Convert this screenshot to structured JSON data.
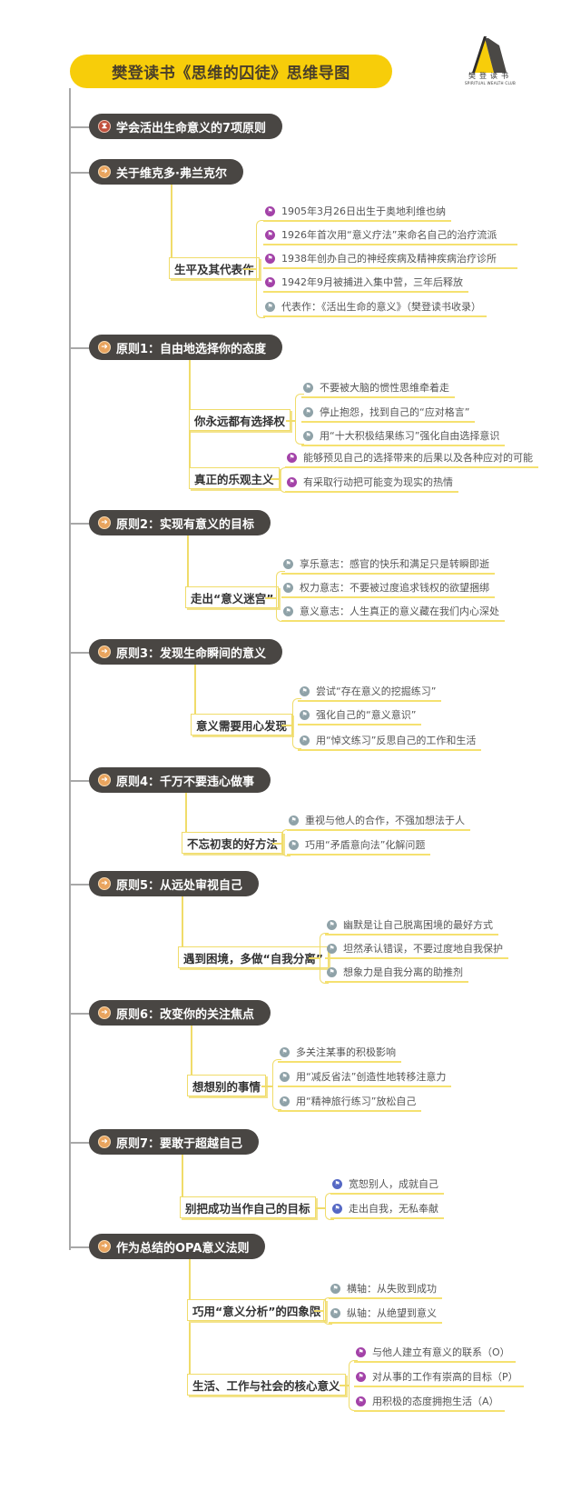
{
  "header": {
    "title": "樊登读书《思维的囚徒》思维导图",
    "logo": {
      "icon": "tent-logo-icon",
      "name": "樊登读书",
      "subtitle": "SPIRITUAL WEALTH CLUB",
      "colors": {
        "yellow": "#f7cd0a",
        "dark": "#494643"
      }
    }
  },
  "colors": {
    "title_bg": "#f7cd0a",
    "main_node_bg": "#494643",
    "connector": "#f0dc6a",
    "trunk": "#a8a8a8",
    "icon_purple": "#a342a8",
    "icon_gray": "#8fa2a8",
    "icon_blue": "#5568c4",
    "icon_orange": "#e9a45e"
  },
  "nodes": [
    {
      "label": "学会活出生命意义的7项原则",
      "icon": "hourglass-icon"
    },
    {
      "label": "关于维克多·弗兰克尔",
      "icon": "arrow-right-icon",
      "children": [
        {
          "label": "生平及其代表作",
          "leaves": [
            {
              "text": "1905年3月26日出生于奥地利维也纳",
              "icon": "flag-icon",
              "color": "purple"
            },
            {
              "text": "1926年首次用“意义疗法”来命名自己的治疗流派",
              "icon": "flag-icon",
              "color": "purple"
            },
            {
              "text": "1938年创办自己的神经疾病及精神疾病治疗诊所",
              "icon": "flag-icon",
              "color": "purple"
            },
            {
              "text": "1942年9月被捕进入集中营，三年后释放",
              "icon": "flag-icon",
              "color": "purple"
            },
            {
              "text": "代表作：《活出生命的意义》（樊登读书收录）",
              "icon": "flag-icon",
              "color": "gray"
            }
          ]
        }
      ]
    },
    {
      "label": "原则1：自由地选择你的态度",
      "icon": "arrow-right-icon",
      "children": [
        {
          "label": "你永远都有选择权",
          "leaves": [
            {
              "text": "不要被大脑的惯性思维牵着走",
              "icon": "flag-icon",
              "color": "gray"
            },
            {
              "text": "停止抱怨，找到自己的“应对格言”",
              "icon": "flag-icon",
              "color": "gray"
            },
            {
              "text": "用“十大积极结果练习”强化自由选择意识",
              "icon": "flag-icon",
              "color": "gray"
            }
          ]
        },
        {
          "label": "真正的乐观主义",
          "leaves": [
            {
              "text": "能够预见自己的选择带来的后果以及各种应对的可能",
              "icon": "flag-icon",
              "color": "purple"
            },
            {
              "text": "有采取行动把可能变为现实的热情",
              "icon": "flag-icon",
              "color": "purple"
            }
          ]
        }
      ]
    },
    {
      "label": "原则2：实现有意义的目标",
      "icon": "arrow-right-icon",
      "children": [
        {
          "label": "走出“意义迷宫”",
          "leaves": [
            {
              "text": "享乐意志：感官的快乐和满足只是转瞬即逝",
              "icon": "flag-icon",
              "color": "gray"
            },
            {
              "text": "权力意志：不要被过度追求钱权的欲望捆绑",
              "icon": "flag-icon",
              "color": "gray"
            },
            {
              "text": "意义意志：人生真正的意义藏在我们内心深处",
              "icon": "flag-icon",
              "color": "gray"
            }
          ]
        }
      ]
    },
    {
      "label": "原则3：发现生命瞬间的意义",
      "icon": "arrow-right-icon",
      "children": [
        {
          "label": "意义需要用心发现",
          "leaves": [
            {
              "text": "尝试“存在意义的挖掘练习”",
              "icon": "flag-icon",
              "color": "gray"
            },
            {
              "text": "强化自己的“意义意识”",
              "icon": "flag-icon",
              "color": "gray"
            },
            {
              "text": "用“悼文练习”反思自己的工作和生活",
              "icon": "flag-icon",
              "color": "gray"
            }
          ]
        }
      ]
    },
    {
      "label": "原则4：千万不要违心做事",
      "icon": "arrow-right-icon",
      "children": [
        {
          "label": "不忘初衷的好方法",
          "leaves": [
            {
              "text": "重视与他人的合作，不强加想法于人",
              "icon": "flag-icon",
              "color": "gray"
            },
            {
              "text": "巧用“矛盾意向法”化解问题",
              "icon": "flag-icon",
              "color": "gray"
            }
          ]
        }
      ]
    },
    {
      "label": "原则5：从远处审视自己",
      "icon": "arrow-right-icon",
      "children": [
        {
          "label": "遇到困境，多做“自我分离”",
          "leaves": [
            {
              "text": "幽默是让自己脱离困境的最好方式",
              "icon": "flag-icon",
              "color": "gray"
            },
            {
              "text": "坦然承认错误，不要过度地自我保护",
              "icon": "flag-icon",
              "color": "gray"
            },
            {
              "text": "想象力是自我分离的助推剂",
              "icon": "flag-icon",
              "color": "gray"
            }
          ]
        }
      ]
    },
    {
      "label": "原则6：改变你的关注焦点",
      "icon": "arrow-right-icon",
      "children": [
        {
          "label": "想想别的事情",
          "leaves": [
            {
              "text": "多关注某事的积极影响",
              "icon": "flag-icon",
              "color": "gray"
            },
            {
              "text": "用“减反省法”创造性地转移注意力",
              "icon": "flag-icon",
              "color": "gray"
            },
            {
              "text": "用“精神旅行练习”放松自己",
              "icon": "flag-icon",
              "color": "gray"
            }
          ]
        }
      ]
    },
    {
      "label": "原则7：要敢于超越自己",
      "icon": "arrow-right-icon",
      "children": [
        {
          "label": "别把成功当作自己的目标",
          "leaves": [
            {
              "text": "宽恕别人，成就自己",
              "icon": "flag-icon",
              "color": "blue"
            },
            {
              "text": "走出自我，无私奉献",
              "icon": "flag-icon",
              "color": "blue"
            }
          ]
        }
      ]
    },
    {
      "label": "作为总结的OPA意义法则",
      "icon": "arrow-right-icon",
      "children": [
        {
          "label": "巧用“意义分析”的四象限",
          "leaves": [
            {
              "text": "横轴：从失败到成功",
              "icon": "flag-icon",
              "color": "gray"
            },
            {
              "text": "纵轴：从绝望到意义",
              "icon": "flag-icon",
              "color": "gray"
            }
          ]
        },
        {
          "label": "生活、工作与社会的核心意义",
          "leaves": [
            {
              "text": "与他人建立有意义的联系（O）",
              "icon": "flag-icon",
              "color": "purple"
            },
            {
              "text": "对从事的工作有崇高的目标（P）",
              "icon": "flag-icon",
              "color": "purple"
            },
            {
              "text": "用积极的态度拥抱生活（A）",
              "icon": "flag-icon",
              "color": "purple"
            }
          ]
        }
      ]
    }
  ]
}
